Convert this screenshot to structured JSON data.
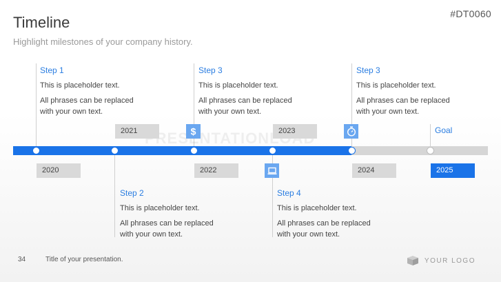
{
  "header": {
    "title": "Timeline",
    "subtitle": "Highlight milestones of your company history.",
    "code": "#DT0060"
  },
  "steps": [
    {
      "label": "Step 1",
      "text1": "This is placeholder text.",
      "text2": "All phrases can be replaced",
      "text3": "with your own text."
    },
    {
      "label": "Step 2",
      "text1": "This is placeholder text.",
      "text2": "All phrases can be replaced",
      "text3": "with your own text."
    },
    {
      "label": "Step 3",
      "text1": "This is placeholder text.",
      "text2": "All phrases can be replaced",
      "text3": "with your own text."
    },
    {
      "label": "Step 4",
      "text1": "This is placeholder text.",
      "text2": "All phrases can be replaced",
      "text3": "with your own text."
    },
    {
      "label": "Step 3",
      "text1": "This is placeholder text.",
      "text2": "All phrases can be replaced",
      "text3": "with your own text."
    }
  ],
  "years": [
    "2020",
    "2021",
    "2022",
    "2023",
    "2024",
    "2025"
  ],
  "goal": "Goal",
  "icons": [
    "dollar-icon",
    "laptop-icon",
    "stopwatch-icon"
  ],
  "watermark": "PRESENTATIONLOAD",
  "footer": {
    "page_number": "34",
    "text": "Title of your presentation.",
    "logo": "YOUR LOGO"
  },
  "colors": {
    "accent": "#1a73e8",
    "label": "#2a7de1",
    "icon_bg": "#6aa7f0",
    "inactive": "#d6d6d6"
  }
}
